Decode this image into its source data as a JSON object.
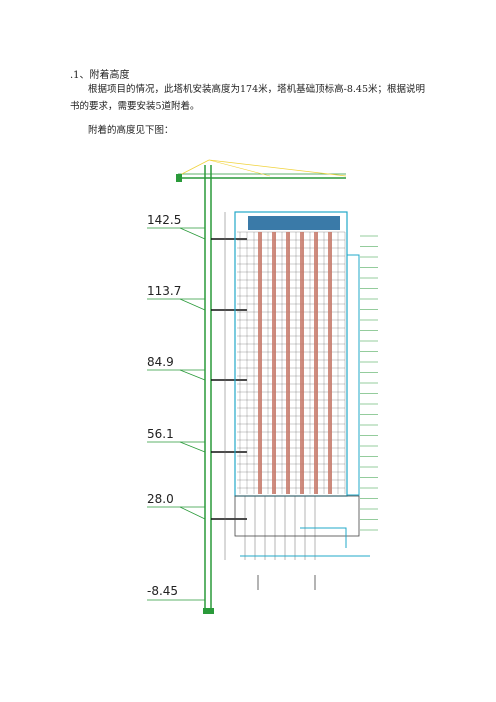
{
  "section": {
    "heading": ".1、附着高度",
    "paragraph": "根据项目的情况，此塔机安装高度为174米，塔机基础顶标高-8.45米；根据说明书的要求，需要安装5道附着。",
    "caption": "附着的高度见下图："
  },
  "drawing": {
    "attachment_levels": [
      "142.5",
      "113.7",
      "84.9",
      "56.1",
      "28.0",
      "-8.45"
    ],
    "colors": {
      "crane": "#2a9a3a",
      "jib_lines": "#f0d23a",
      "building_outline": "#22a8c8",
      "column": "#c87a6a",
      "roof": "#3a7aa8"
    }
  }
}
